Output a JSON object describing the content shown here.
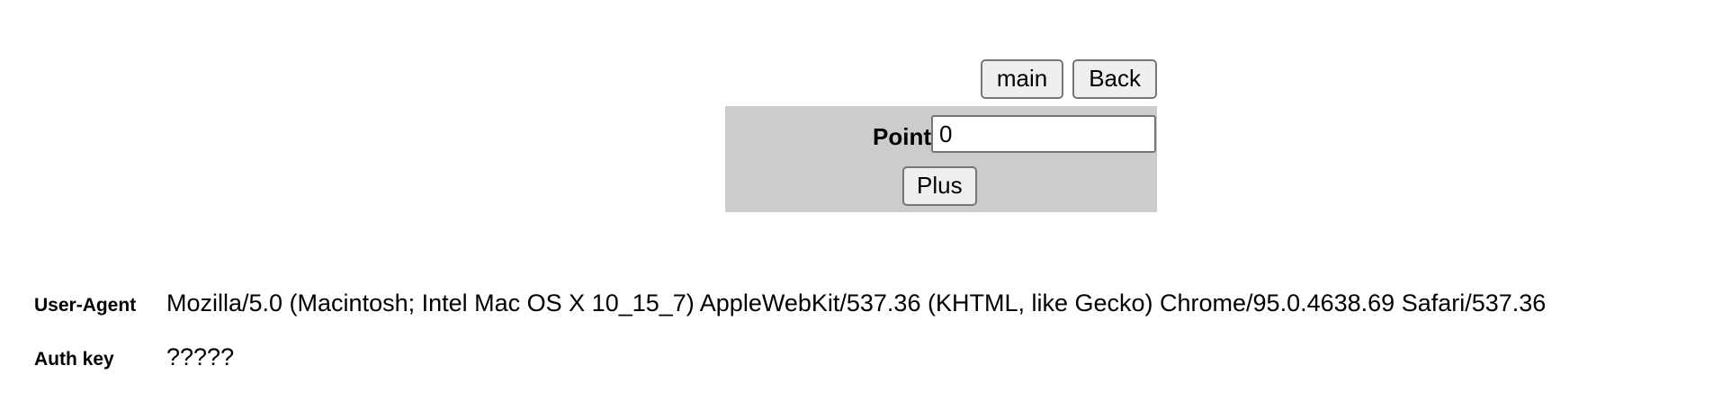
{
  "nav": {
    "buttons": [
      {
        "label": "main",
        "name": "main-button"
      },
      {
        "label": "Back",
        "name": "back-button"
      }
    ]
  },
  "form": {
    "point_label": "Point",
    "point_value": "0",
    "point_placeholder": "",
    "submit_label": "Plus",
    "panel_background": "#cccccc"
  },
  "info": {
    "user_agent_label": "User-Agent",
    "user_agent_value": "Mozilla/5.0 (Macintosh; Intel Mac OS X 10_15_7) AppleWebKit/537.36 (KHTML, like Gecko) Chrome/95.0.4638.69 Safari/537.36",
    "auth_key_label": "Auth key",
    "auth_key_value": "?????"
  }
}
